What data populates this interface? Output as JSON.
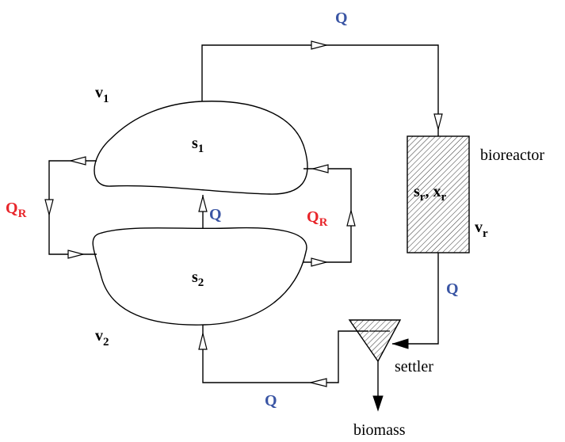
{
  "colors": {
    "flow_blue": "#3a55a4",
    "recycle_red": "#e8252a",
    "line": "#000000"
  },
  "labels": {
    "flow_q": "Q",
    "recycle_main": "Q",
    "recycle_sub": "R",
    "zone1_conc_main": "s",
    "zone1_conc_sub": "1",
    "zone2_conc_main": "s",
    "zone2_conc_sub": "2",
    "zone1_vol_main": "v",
    "zone1_vol_sub": "1",
    "zone2_vol_main": "v",
    "zone2_vol_sub": "2",
    "reactor_s_main": "s",
    "reactor_s_sub": "r",
    "reactor_sep": ",",
    "reactor_x_main": "x",
    "reactor_x_sub": "r",
    "reactor_vol_main": "v",
    "reactor_vol_sub": "r",
    "bioreactor": "bioreactor",
    "settler": "settler",
    "biomass": "biomass"
  }
}
